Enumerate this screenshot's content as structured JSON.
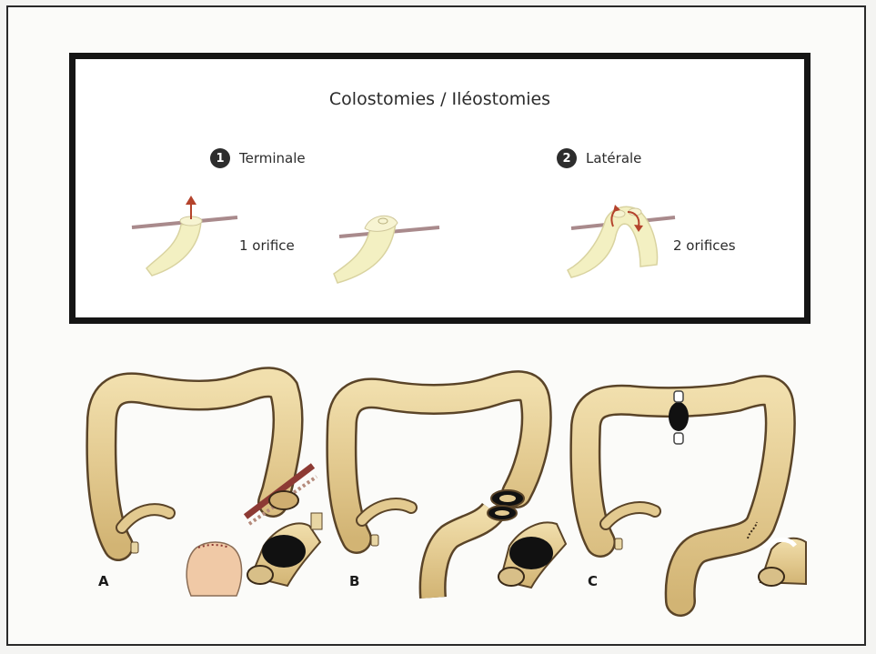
{
  "title": "Colostomies / Iléostomies",
  "sections": [
    {
      "number": "1",
      "label": "Terminale"
    },
    {
      "number": "2",
      "label": "Latérale"
    }
  ],
  "captions": {
    "terminal": "1 orifice",
    "lateral": "2 orifices"
  },
  "panels": [
    "A",
    "B",
    "C"
  ],
  "colors": {
    "bowel": "#e6cf96",
    "bowel_outline": "#5a4428",
    "stoma_tube": "#f3f0c2",
    "skin_line": "#a98a8c",
    "arrow": "#b4432c",
    "clamp": "#111111"
  }
}
